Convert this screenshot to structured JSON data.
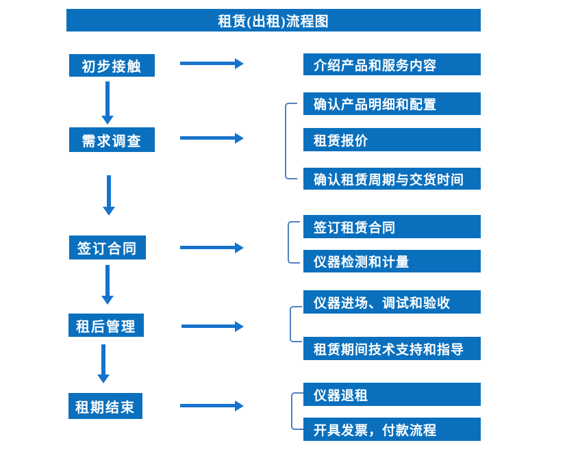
{
  "title": "租赁(出租)流程图",
  "colors": {
    "primary": "#0a70be",
    "arrow": "#1673cd",
    "bracket": "#5080c0",
    "text": "#ffffff",
    "background": "#ffffff"
  },
  "steps": [
    {
      "label": "初步接触",
      "details": [
        "介绍产品和服务内容"
      ]
    },
    {
      "label": "需求调查",
      "details": [
        "确认产品明细和配置",
        "租赁报价",
        "确认租赁周期与交货时间"
      ]
    },
    {
      "label": "签订合同",
      "details": [
        "签订租赁合同",
        "仪器检测和计量"
      ]
    },
    {
      "label": "租后管理",
      "details": [
        "仪器进场、调试和验收",
        "租赁期间技术支持和指导"
      ]
    },
    {
      "label": "租期结束",
      "details": [
        "仪器退租",
        "开具发票，付款流程"
      ]
    }
  ]
}
